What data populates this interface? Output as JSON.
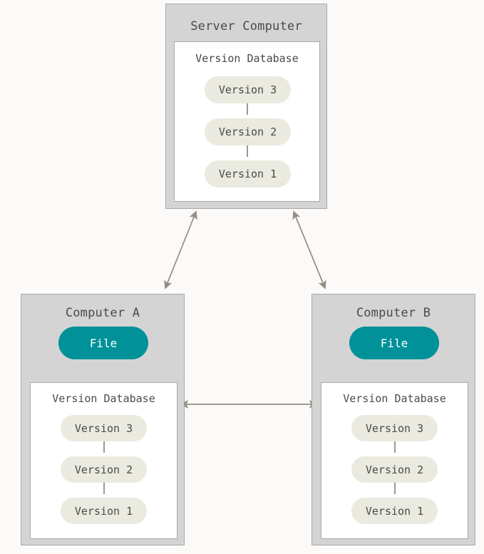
{
  "background_color": "#fbfaf8",
  "colors": {
    "computer_box_fill": "#d4d4d4",
    "computer_box_border": "#a9a9a9",
    "version_db_fill": "#ffffff",
    "version_pill_fill": "#eaeae0",
    "file_pill_fill": "#009199",
    "file_pill_text": "#ffffff",
    "text": "#4a4a4a",
    "arrow": "#938d85",
    "connector": "#9a9a94"
  },
  "server": {
    "title": "Server Computer",
    "database": {
      "title": "Version Database",
      "versions": [
        {
          "label": "Version 3"
        },
        {
          "label": "Version 2"
        },
        {
          "label": "Version 1"
        }
      ]
    }
  },
  "computer_a": {
    "title": "Computer A",
    "file": {
      "label": "File"
    },
    "database": {
      "title": "Version Database",
      "versions": [
        {
          "label": "Version 3"
        },
        {
          "label": "Version 2"
        },
        {
          "label": "Version 1"
        }
      ]
    }
  },
  "computer_b": {
    "title": "Computer B",
    "file": {
      "label": "File"
    },
    "database": {
      "title": "Version Database",
      "versions": [
        {
          "label": "Version 3"
        },
        {
          "label": "Version 2"
        },
        {
          "label": "Version 1"
        }
      ]
    }
  },
  "connections": [
    {
      "name": "server-to-computer-a",
      "type": "bidirectional"
    },
    {
      "name": "server-to-computer-b",
      "type": "bidirectional"
    },
    {
      "name": "computer-a-to-computer-b",
      "type": "bidirectional"
    },
    {
      "name": "database-a-to-file-a",
      "type": "unidirectional-up"
    },
    {
      "name": "database-b-to-file-b",
      "type": "unidirectional-up"
    }
  ]
}
